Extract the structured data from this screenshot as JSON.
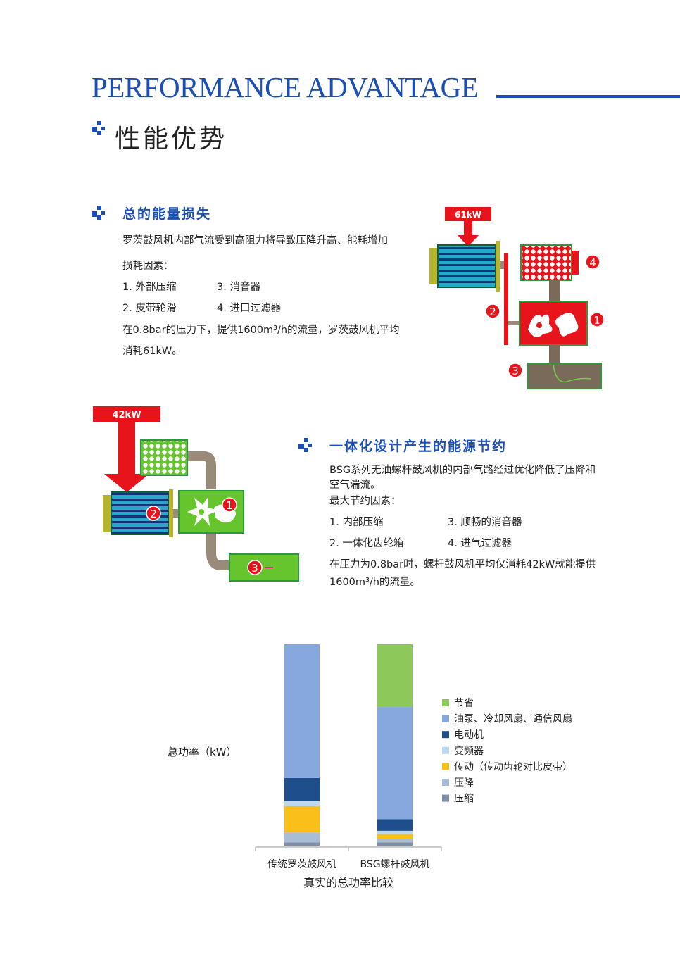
{
  "header": {
    "title_en": "PERFORMANCE ADVANTAGE",
    "title_cn": "性能优势"
  },
  "section1": {
    "heading": "总的能量损失",
    "line1": "罗茨鼓风机内部气流受到高阻力将导致压降升高、能耗增加",
    "factors_label": "损耗因素：",
    "factors": [
      "1. 外部压缩",
      "3. 消音器",
      "2. 皮带轮滑",
      "4. 进口过滤器"
    ],
    "summary1": "在0.8bar的压力下，提供1600m³/h的流量，罗茨鼓风机平均",
    "summary2": "消耗61kW。",
    "diagram": {
      "power_label": "61kW",
      "markers": [
        "1",
        "2",
        "3",
        "4"
      ],
      "colors": {
        "accent": "#e8141c",
        "body": "#7a6a5a",
        "motor": "#1f6fb8"
      }
    }
  },
  "section2": {
    "heading": "一体化设计产生的能源节约",
    "line1": "BSG系列无油螺杆鼓风机的内部气路经过优化降低了压降和",
    "line2": "空气湍流。",
    "factors_label": "最大节约因素：",
    "factors": [
      "1. 内部压缩",
      "3. 顺畅的消音器",
      "2. 一体化齿轮箱",
      "4. 进气过滤器"
    ],
    "summary1": "在压力为0.8bar时，螺杆鼓风机平均仅消耗42kW就能提供",
    "summary2": "1600m³/h的流量。",
    "diagram": {
      "power_label": "42kW",
      "markers": [
        "1",
        "2",
        "3"
      ],
      "colors": {
        "accent": "#e8141c",
        "body": "#66c52c",
        "motor": "#1f6fb8"
      }
    }
  },
  "chart_data": {
    "type": "bar",
    "stacked": true,
    "title": "真实的总功率比较",
    "ylabel": "总功率（kW）",
    "categories": [
      "传统罗茨鼓风机",
      "BSG螺杆鼓风机"
    ],
    "ylim": [
      0,
      61
    ],
    "series": [
      {
        "name": "压缩",
        "color": "#7f8fa8",
        "values": [
          1,
          1
        ]
      },
      {
        "name": "压降",
        "color": "#a9bdd6",
        "values": [
          3,
          1
        ]
      },
      {
        "name": "传动（传动齿轮对比皮带）",
        "color": "#fbbf19",
        "values": [
          8,
          1.5
        ]
      },
      {
        "name": "变频器",
        "color": "#bdd7ee",
        "values": [
          1.5,
          1
        ]
      },
      {
        "name": "电动机",
        "color": "#1f4e8c",
        "values": [
          7,
          3.5
        ]
      },
      {
        "name": "油泵、冷却风扇、通信风扇",
        "color": "#86a8df",
        "values": [
          40.5,
          34
        ]
      },
      {
        "name": "节省",
        "color": "#8dc95a",
        "values": [
          0,
          19
        ]
      }
    ],
    "grid": false,
    "legend_position": "right"
  }
}
